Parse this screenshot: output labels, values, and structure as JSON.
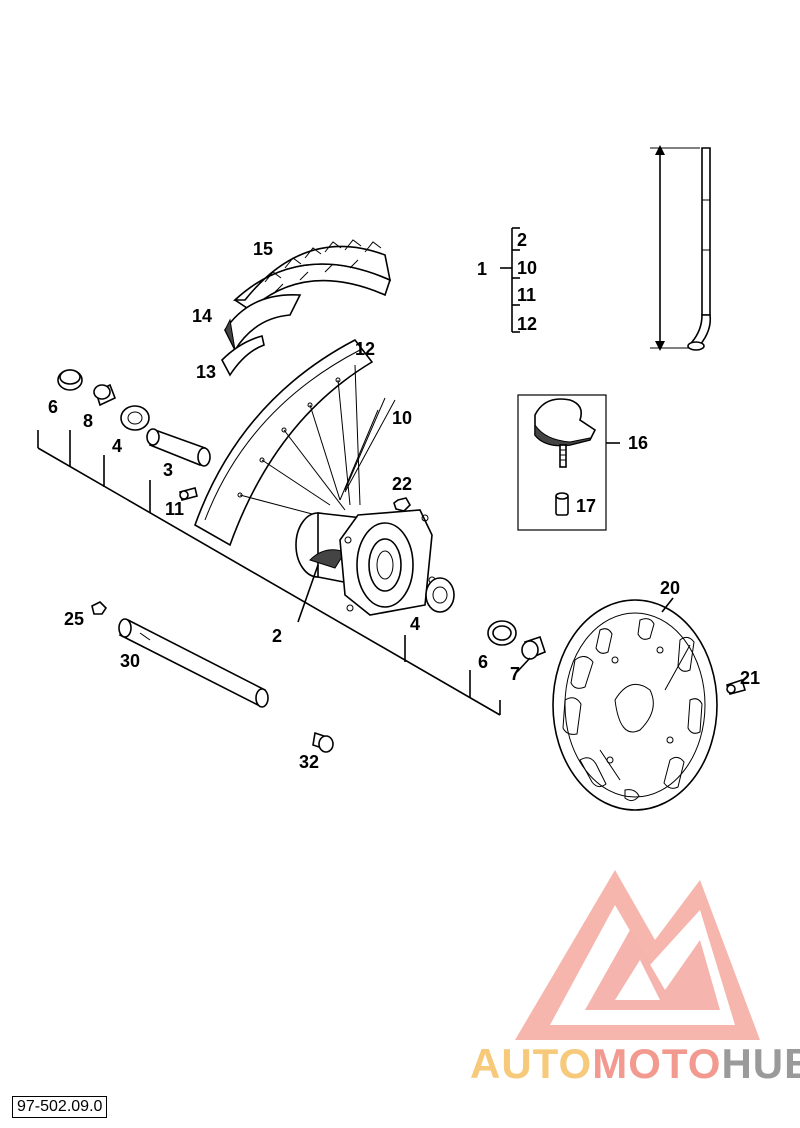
{
  "diagram": {
    "drawing_number": "97-502.09.0",
    "callouts": [
      {
        "id": "c15",
        "label": "15"
      },
      {
        "id": "c14",
        "label": "14"
      },
      {
        "id": "c13",
        "label": "13"
      },
      {
        "id": "c12",
        "label": "12"
      },
      {
        "id": "c10",
        "label": "10"
      },
      {
        "id": "c6a",
        "label": "6"
      },
      {
        "id": "c8",
        "label": "8"
      },
      {
        "id": "c4a",
        "label": "4"
      },
      {
        "id": "c3",
        "label": "3"
      },
      {
        "id": "c11",
        "label": "11"
      },
      {
        "id": "c22",
        "label": "22"
      },
      {
        "id": "c2",
        "label": "2"
      },
      {
        "id": "c4b",
        "label": "4"
      },
      {
        "id": "c6b",
        "label": "6"
      },
      {
        "id": "c7",
        "label": "7"
      },
      {
        "id": "c25",
        "label": "25"
      },
      {
        "id": "c30",
        "label": "30"
      },
      {
        "id": "c32",
        "label": "32"
      },
      {
        "id": "c16",
        "label": "16"
      },
      {
        "id": "c17",
        "label": "17"
      },
      {
        "id": "c20",
        "label": "20"
      },
      {
        "id": "c21",
        "label": "21"
      }
    ],
    "kit": {
      "label": "1",
      "items": [
        "2",
        "10",
        "11",
        "12"
      ]
    }
  },
  "watermark": {
    "brand_parts": [
      "AUTO",
      "MOTO",
      "HUB"
    ],
    "colors": {
      "auto": "#f7c97a",
      "moto": "#f29a8f",
      "hub": "#9a9a9a",
      "logo": "#f08c82"
    }
  }
}
